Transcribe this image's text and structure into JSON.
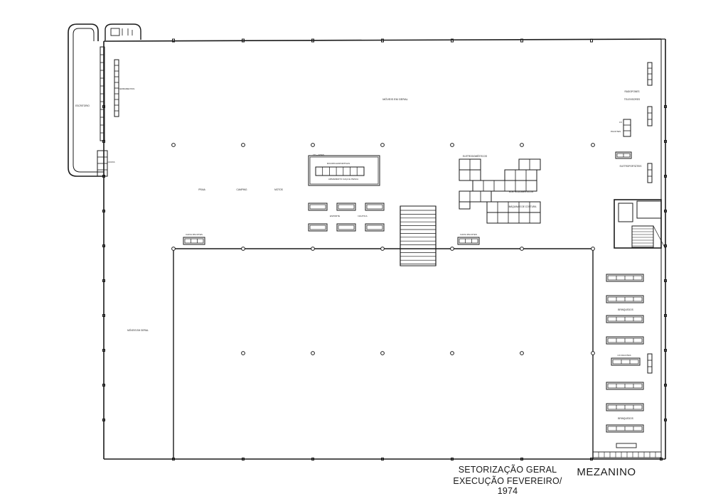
{
  "plan": {
    "sector_labels": {
      "moveis_geral_top": "MÓVEIS EM GERAL",
      "escritorio": "ESCRITORIO",
      "ferramentas": "FERRAMENTAS",
      "caixa_left": "CAIXAS",
      "cds_fitas": "CD + FITAS",
      "roupas_esportivas": "ROUPAS ESPORTIVAS",
      "armamento": "ARMAMENTO   CAÇA  E  PESCA",
      "esporte": "ESPORTE",
      "nautica": "NAUTICA",
      "praia": "PRAIA",
      "camping": "CAMPING",
      "motos": "MOTOS",
      "caixa_pacotes_left": "CAIXA   PACOTES",
      "caixa_pacotes_center": "CAIXA   PACOTES",
      "eletrodomesticos_1": "ELETRODOMÉSTICOS",
      "eletrodomesticos_2": "ELETRODOMÉSTICOS",
      "maquinas_costura": "MÁQUINAS DE COSTURA",
      "radiofones": "RADIOFONES",
      "televisores": "TELEVISORES",
      "cx_right": "CX",
      "pacotes_right": "PACOTES",
      "eletroportateis": "ELETROPORTÁTEIS",
      "moveis_geral_left": "MÓVEIS EM GERAL",
      "brinquedos_1": "BRINQUEDOS",
      "cx_pacotes_lower": "CX     PACOTES",
      "brinquedos_2": "BRINQUEDOS"
    }
  },
  "captions": {
    "line1": "SETORIZAÇÃO GERAL",
    "line2": "EXECUÇÃO FEVEREIRO/ 1974",
    "title": "MEZANINO"
  },
  "colors": {
    "ink": "#1a1a1a",
    "paper": "#ffffff"
  }
}
